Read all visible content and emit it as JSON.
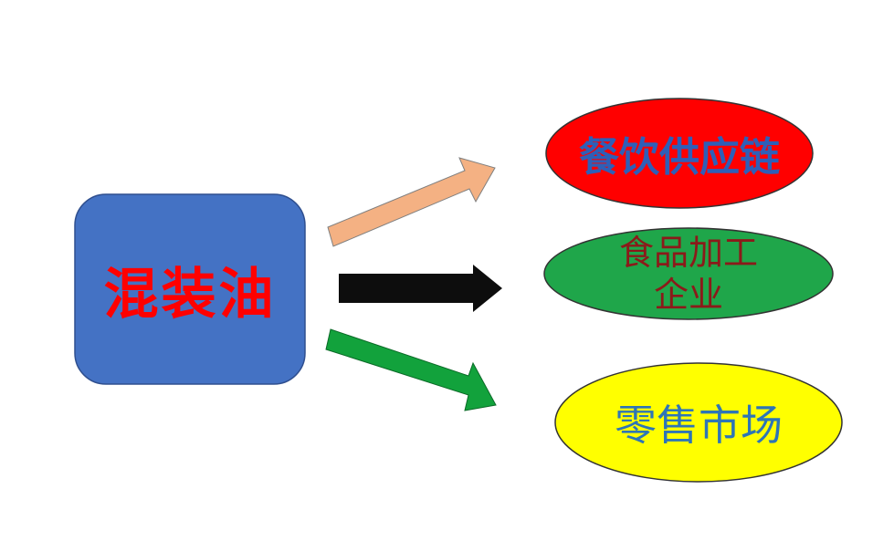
{
  "source": {
    "label": "混装油",
    "fill": "#4472C4",
    "text_color": "#FF0000"
  },
  "targets": [
    {
      "label": "餐饮供应链",
      "fill": "#FF0000",
      "text_color": "#2E5FB8"
    },
    {
      "line1": "食品加工",
      "line2": "企业",
      "fill": "#1FA64A",
      "text_color": "#8B1A1A"
    },
    {
      "label": "零售市场",
      "fill": "#FFFF00",
      "text_color": "#2E75B6"
    }
  ],
  "arrows": [
    {
      "fill": "#F4B183"
    },
    {
      "fill": "#0D0D0D"
    },
    {
      "fill": "#12A23C"
    }
  ]
}
